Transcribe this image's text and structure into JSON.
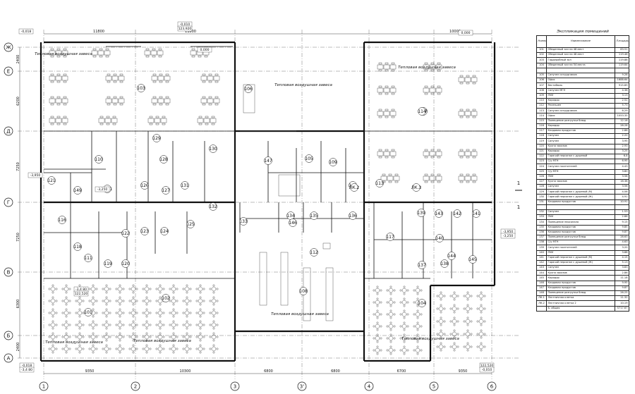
{
  "plan": {
    "axes_letters": [
      "Ж",
      "Е",
      "Д",
      "Г",
      "В",
      "Б",
      "А"
    ],
    "axes_numbers": [
      "1",
      "2",
      "3",
      "3'",
      "4",
      "5",
      "6"
    ],
    "bottom_dims": [
      "9350",
      "10300",
      "6800",
      "6800",
      "6700",
      "9350"
    ],
    "left_dims": [
      "2400",
      "6200",
      "7250",
      "7250",
      "6300",
      "2400"
    ],
    "top_dims": [
      "11800",
      "11800",
      "10000"
    ],
    "section_marks": [
      "1",
      "1"
    ],
    "notes": [
      "Тепловая воздушная завеса",
      "Тепловая воздушная завеса",
      "Тепловая воздушная завеса",
      "Тепловая воздушная завеса",
      "Тепловая воздушная завеса",
      "Тепловая воздушная завеса",
      "Тепловая воздушная завеса"
    ],
    "levels": [
      "0,000",
      "-3,950",
      "-3,250",
      "-0,018",
      "-3,4 80",
      "122,520",
      "-0,010",
      "123,920"
    ],
    "rooms": [
      "101",
      "102",
      "103",
      "104",
      "105",
      "106",
      "107",
      "108",
      "109",
      "110",
      "111",
      "112",
      "113",
      "114",
      "116",
      "117",
      "118",
      "119",
      "120",
      "121",
      "122",
      "123",
      "124",
      "125",
      "126",
      "127",
      "128",
      "129",
      "130",
      "131",
      "132",
      "133",
      "134",
      "135",
      "136",
      "137",
      "138",
      "139",
      "140",
      "141",
      "142",
      "143",
      "144",
      "145",
      "146",
      "147",
      "148",
      "149",
      "ЛК.1",
      "ЛК.2",
      "ЛК.3"
    ]
  },
  "schedule": {
    "title": "Экспликация помещений",
    "headers": [
      "Номер поме-щения",
      "Наименование",
      "Площадь, м²"
    ],
    "rows": [
      [
        "101",
        "Обеденный зал на 48 мест",
        "83.51"
      ],
      [
        "102",
        "Обеденный зал на 48 мест",
        "119.46"
      ],
      [
        "103",
        "Гардеробный зал",
        "119.88"
      ],
      [
        "104",
        "Обеденный зал на 54 места",
        "119.64"
      ],
      [
        "",
        "",
        ""
      ],
      [
        "105",
        "Санузел сотрудников",
        "9.28"
      ],
      [
        "106",
        "Офис",
        "1688.64"
      ],
      [
        "107",
        "Вестибюль",
        "915.89"
      ],
      [
        "108",
        "Санузел МГН",
        "4.36"
      ],
      [
        "109",
        "ПУИ",
        "3.13"
      ],
      [
        "110",
        "Коридор",
        "2.52"
      ],
      [
        "112",
        "Ресепшен",
        "5.73"
      ],
      [
        "113",
        "Санузел сотрудников",
        "6.29"
      ],
      [
        "114",
        "Офис",
        "1053.35"
      ],
      [
        "115",
        "Помещение разгрузки блюд",
        "12.16"
      ],
      [
        "116",
        "Коридор",
        "28.28"
      ],
      [
        "117",
        "Кладовая продуктов",
        "2.86"
      ],
      [
        "118",
        "Санузел",
        "2.20"
      ],
      [
        "119",
        "Санузел",
        "3.95"
      ],
      [
        "120",
        "Кухня заказов",
        "2.93"
      ],
      [
        "121",
        "Коридор",
        "3.25"
      ],
      [
        "122",
        "Горячий персонал с душевой",
        "6.8"
      ],
      [
        "123",
        "С/у МГН",
        "6.95"
      ],
      [
        "124",
        "Санузел посетителей",
        "4.43"
      ],
      [
        "125",
        "С/у МГН",
        "3.80"
      ],
      [
        "126",
        "ПУИ",
        "3.58"
      ],
      [
        "127",
        "Кухня заказов",
        "16.38"
      ],
      [
        "128",
        "Санузел",
        "3.56"
      ],
      [
        "129",
        "Горячий персонал с душевой (М)",
        "4.06"
      ],
      [
        "130",
        "Горячий персонал с душевой (Ж)",
        "4.91"
      ],
      [
        "131",
        "Кладовая продуктов",
        "10.91"
      ],
      [
        "",
        "",
        ""
      ],
      [
        "132",
        "Санузел",
        "1.53"
      ],
      [
        "133",
        "ПУИ",
        "2.86"
      ],
      [
        "134",
        "Помещение персонала",
        "9.15"
      ],
      [
        "135",
        "Кладовая продуктов",
        "9.85"
      ],
      [
        "136",
        "Кладовая продуктов",
        "9.87"
      ],
      [
        "137",
        "Помещение разгрузки блюд",
        "28.63"
      ],
      [
        "138",
        "С/у МГН",
        "4.63"
      ],
      [
        "139",
        "Санузел посетителей",
        "3.20"
      ],
      [
        "140",
        "ПУИ",
        "3.88"
      ],
      [
        "141",
        "Горячий персонал с душевой (М)",
        "4.15"
      ],
      [
        "142",
        "Горячий персонал с душевой (Ж)",
        "5.13"
      ],
      [
        "143",
        "Санузел",
        "3.83"
      ],
      [
        "144",
        "Кухня заказов",
        "2.86"
      ],
      [
        "145",
        "Коридор",
        "11.18"
      ],
      [
        "146",
        "Кладовая продуктов",
        "9.95"
      ],
      [
        "147",
        "Кладовая продуктов",
        "9.87"
      ],
      [
        "148",
        "Помещение разгрузки блюд",
        "26.25"
      ],
      [
        "ЛК.1",
        "Лестничная клетка",
        "11.32"
      ],
      [
        "ЛК.2",
        "Лестничная клетка 2",
        "10.19"
      ],
      [
        "",
        "Б. общая",
        "5717.67"
      ]
    ]
  }
}
